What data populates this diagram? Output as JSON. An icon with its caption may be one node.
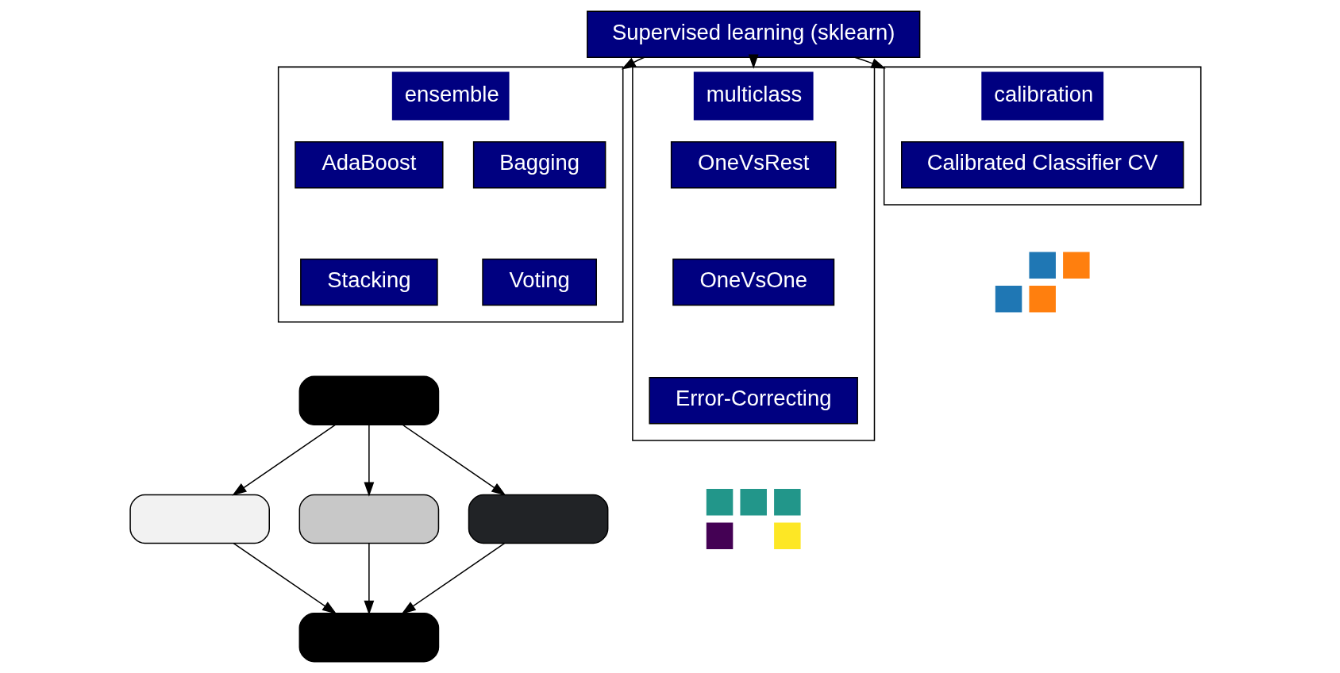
{
  "diagram": {
    "nodes": [
      {
        "text": [
          "Supervised learning (sklearn)"
        ]
      },
      {
        "text": [
          "ensemble"
        ]
      },
      {
        "text": [
          "Bagging"
        ],
        "in": 1
      },
      {
        "text": [
          "AdaBoost"
        ],
        "in": 1
      },
      {
        "text": [
          "Voting"
        ],
        "in": 1
      },
      {
        "text": [
          "Stacking"
        ],
        "in": 1
      },
      {
        "text": [
          "multiclass"
        ]
      },
      {
        "text": [
          "OneVsRest"
        ],
        "in": 6
      },
      {
        "text": [
          "OneVsOne"
        ],
        "in": 6
      },
      {
        "text": [
          "Error-Correcting"
        ],
        "in": 6
      },
      {
        "text": [
          "calibration"
        ]
      },
      {
        "text": [
          "Calibrated Classifier CV"
        ],
        "in": 10
      },
      {
        "text": [],
        "shape": "box"
      },
      {
        "text": [],
        "shape": "box"
      },
      {
        "text": [],
        "shape": "box"
      },
      {
        "text": [],
        "shape": "box"
      },
      {
        "text": [],
        "shape": "box"
      },
      {
        "text": [],
        "shape": "picture"
      },
      {
        "text": [],
        "shape": "picture"
      }
    ],
    "edges": [
      {
        "from": 0,
        "to": 1,
        "arrow": "to"
      },
      {
        "from": 0,
        "to": 6,
        "arrow": "to"
      },
      {
        "from": 0,
        "to": 10,
        "arrow": "to"
      },
      {
        "from": 12,
        "to": 13,
        "arrow": "to"
      },
      {
        "from": 12,
        "to": 14,
        "arrow": "to"
      },
      {
        "from": 12,
        "to": 15,
        "arrow": "to"
      },
      {
        "from": 13,
        "to": 16,
        "arrow": "to"
      },
      {
        "from": 14,
        "to": 16,
        "arrow": "to"
      },
      {
        "from": 15,
        "to": 16,
        "arrow": "to"
      }
    ]
  }
}
